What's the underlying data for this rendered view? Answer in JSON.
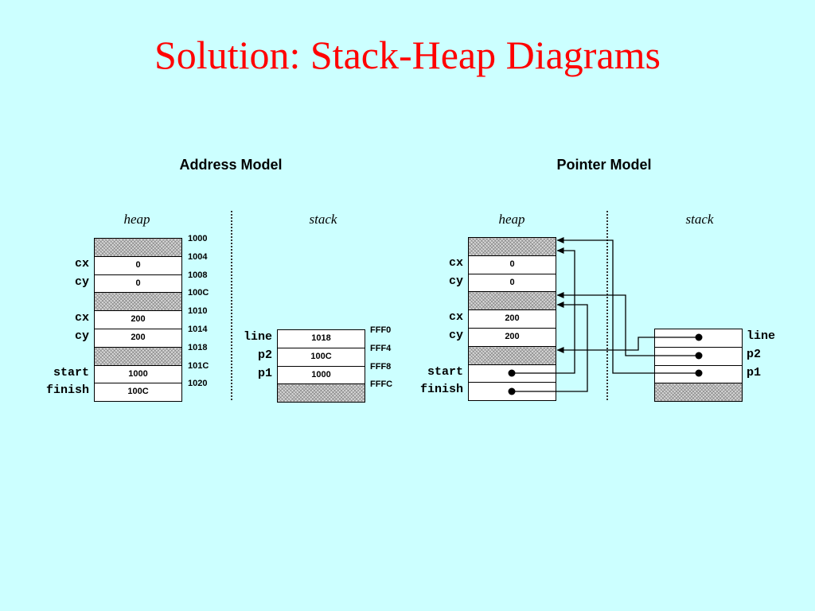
{
  "title": "Solution: Stack-Heap Diagrams",
  "address_model": {
    "title": "Address Model",
    "heap_label": "heap",
    "stack_label": "stack",
    "heap_cells": [
      {
        "label": "",
        "value": "",
        "shaded": true,
        "address": "1000"
      },
      {
        "label": "cx",
        "value": "0",
        "shaded": false,
        "address": "1004"
      },
      {
        "label": "cy",
        "value": "0",
        "shaded": false,
        "address": "1008"
      },
      {
        "label": "",
        "value": "",
        "shaded": true,
        "address": "100C"
      },
      {
        "label": "cx",
        "value": "200",
        "shaded": false,
        "address": "1010"
      },
      {
        "label": "cy",
        "value": "200",
        "shaded": false,
        "address": "1014"
      },
      {
        "label": "",
        "value": "",
        "shaded": true,
        "address": "1018"
      },
      {
        "label": "start",
        "value": "1000",
        "shaded": false,
        "address": "101C"
      },
      {
        "label": "finish",
        "value": "100C",
        "shaded": false,
        "address": "1020"
      }
    ],
    "stack_cells": [
      {
        "label": "line",
        "value": "1018",
        "shaded": false,
        "address": "FFF0"
      },
      {
        "label": "p2",
        "value": "100C",
        "shaded": false,
        "address": "FFF4"
      },
      {
        "label": "p1",
        "value": "1000",
        "shaded": false,
        "address": "FFF8"
      },
      {
        "label": "",
        "value": "",
        "shaded": true,
        "address": "FFFC"
      }
    ]
  },
  "pointer_model": {
    "title": "Pointer Model",
    "heap_label": "heap",
    "stack_label": "stack",
    "heap_cells": [
      {
        "label": "",
        "value": "",
        "shaded": true
      },
      {
        "label": "cx",
        "value": "0",
        "shaded": false
      },
      {
        "label": "cy",
        "value": "0",
        "shaded": false
      },
      {
        "label": "",
        "value": "",
        "shaded": true
      },
      {
        "label": "cx",
        "value": "200",
        "shaded": false
      },
      {
        "label": "cy",
        "value": "200",
        "shaded": false
      },
      {
        "label": "",
        "value": "",
        "shaded": true
      },
      {
        "label": "start",
        "value": "",
        "shaded": false
      },
      {
        "label": "finish",
        "value": "",
        "shaded": false
      }
    ],
    "stack_cells": [
      {
        "label": "line",
        "value": "",
        "shaded": false
      },
      {
        "label": "p2",
        "value": "",
        "shaded": false
      },
      {
        "label": "p1",
        "value": "",
        "shaded": false
      },
      {
        "label": "",
        "value": "",
        "shaded": true
      }
    ]
  }
}
